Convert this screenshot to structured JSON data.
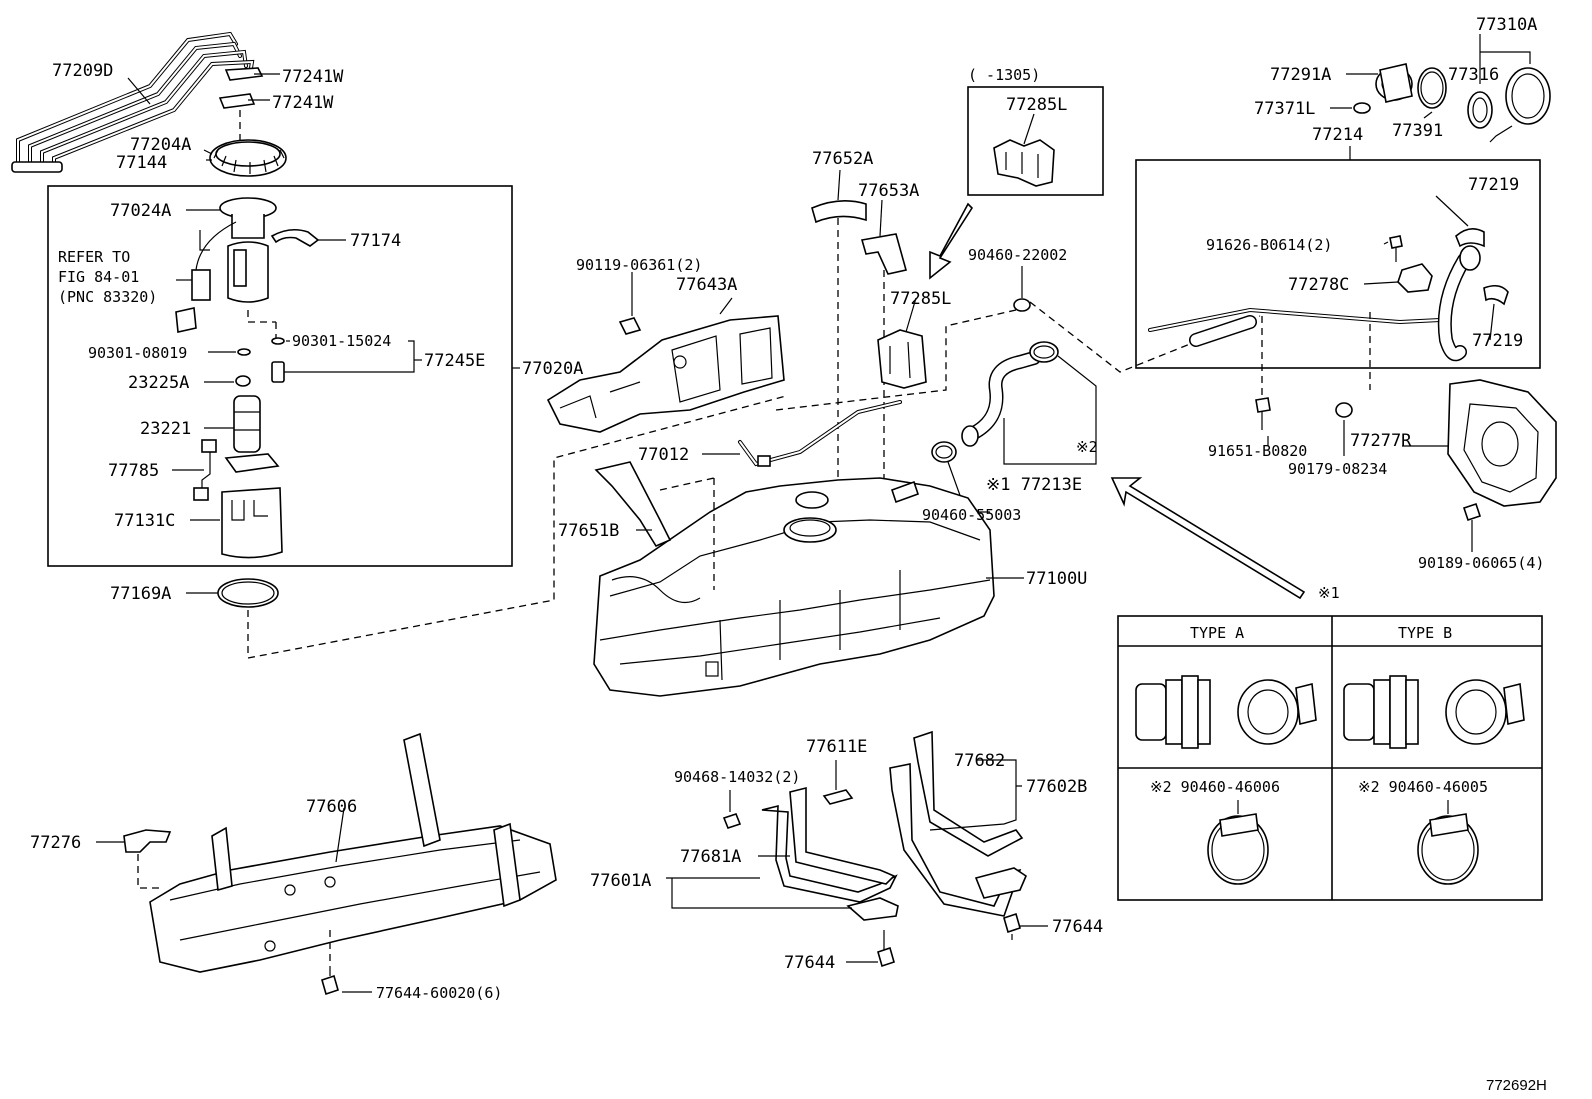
{
  "labels": {
    "l77209D": "77209D",
    "l77241W_a": "77241W",
    "l77241W_b": "77241W",
    "l77204A": "77204A",
    "l77144": "77144",
    "l77024A": "77024A",
    "l77174": "77174",
    "refer1": "REFER TO",
    "refer2": "FIG 84-01",
    "refer3": "(PNC 83320)",
    "l90301_08019": "90301-08019",
    "l90301_15024": "90301-15024",
    "l77245E": "77245E",
    "l77020A": "77020A",
    "l23225A": "23225A",
    "l23221": "23221",
    "l77785": "77785",
    "l77131C": "77131C",
    "l77169A": "77169A",
    "l90119_06361": "90119-06361(2)",
    "l77643A": "77643A",
    "l77652A": "77652A",
    "l77653A": "77653A",
    "l77285L_box": "77285L",
    "l1305": "(     -1305)",
    "l77285L": "77285L",
    "l90460_22002": "90460-22002",
    "l77012": "77012",
    "l77651B": "77651B",
    "l77213E": "※1 77213E",
    "lmark2": "※2",
    "l90460_55003": "90460-55003",
    "l77100U": "77100U",
    "l77310A": "77310A",
    "l77291A": "77291A",
    "l77316": "77316",
    "l77371L": "77371L",
    "l77391": "77391",
    "l77214": "77214",
    "l77219_a": "77219",
    "l91626": "91626-B0614(2)",
    "l77278C": "77278C",
    "l77219_b": "77219",
    "l91651": "91651-B0820",
    "l77277R": "77277R",
    "l90179": "90179-08234",
    "l90189": "90189-06065(4)",
    "lmark1": "※1",
    "typeA": "TYPE  A",
    "typeB": "TYPE  B",
    "clampA": "※2 90460-46006",
    "clampB": "※2 90460-46005",
    "l77606": "77606",
    "l77276": "77276",
    "l77644_60020": "77644-60020(6)",
    "l90468": "90468-14032(2)",
    "l77611E": "77611E",
    "l77681A": "77681A",
    "l77601A": "77601A",
    "l77682": "77682",
    "l77602B": "77602B",
    "l77644_a": "77644",
    "l77644_b": "77644",
    "figcode": "772692H"
  }
}
